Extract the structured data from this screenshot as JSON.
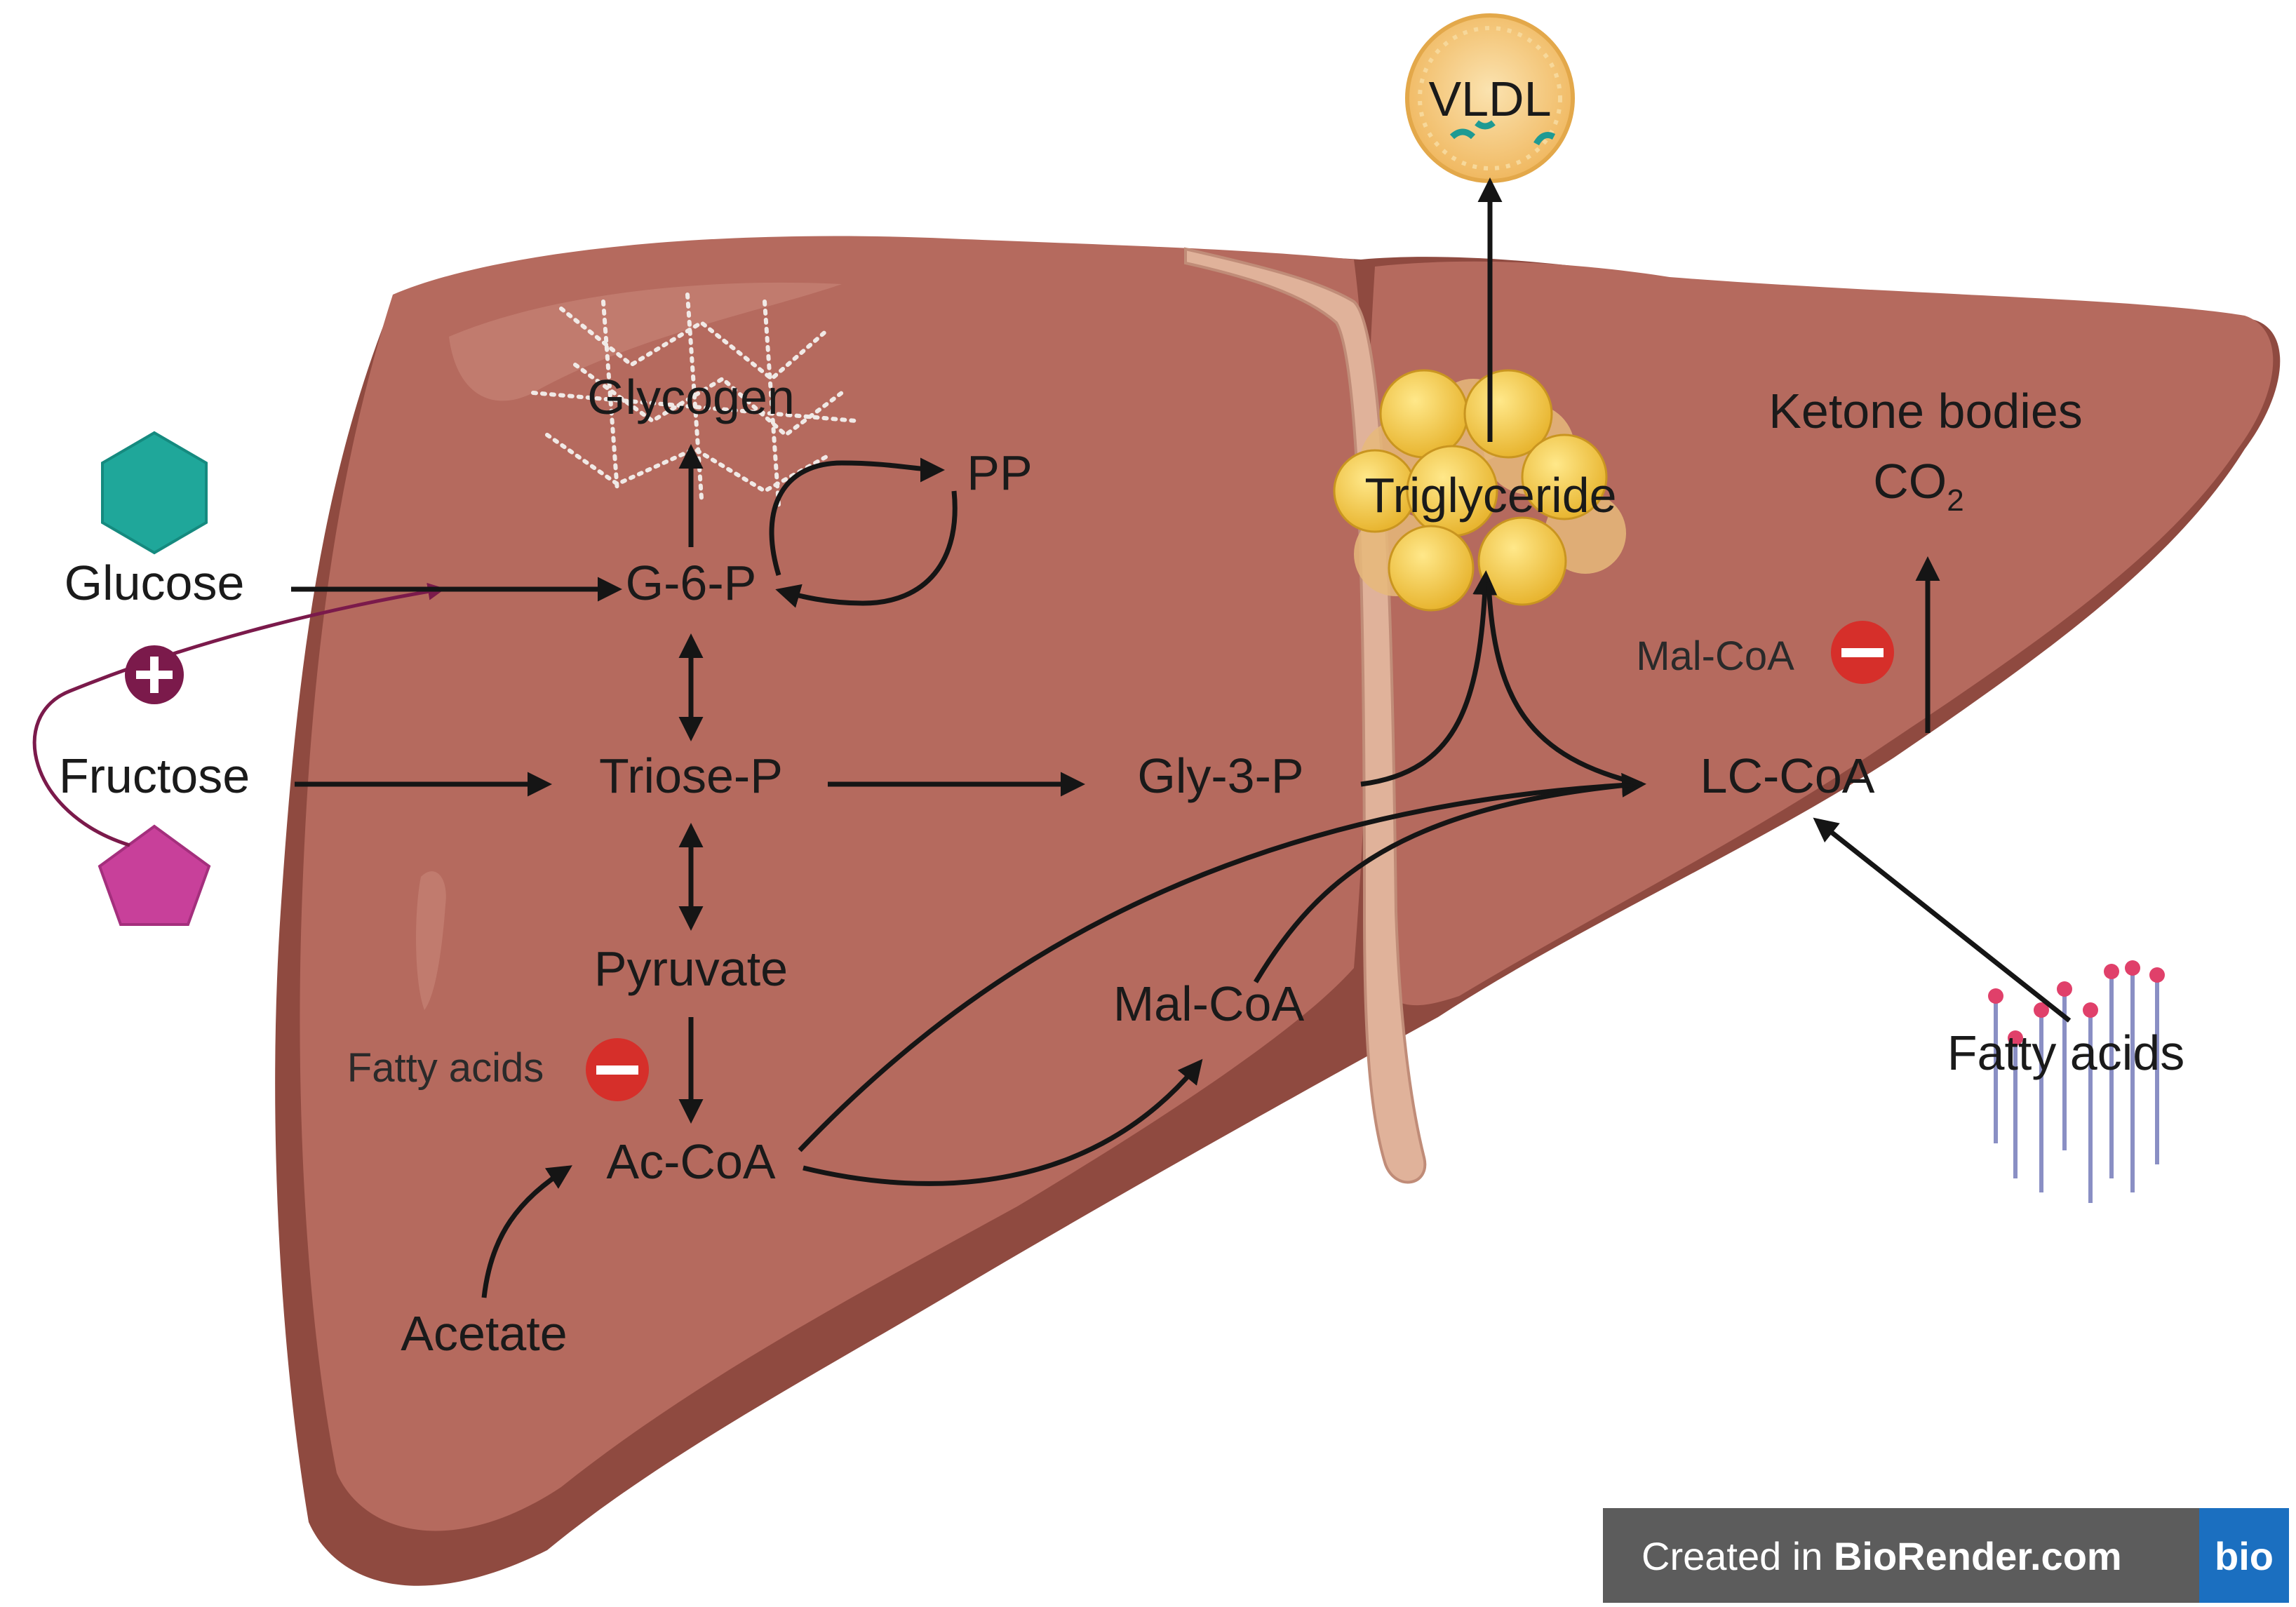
{
  "nodes": {
    "vldl": "VLDL",
    "glycogen": "Glycogen",
    "pp": "PP",
    "glucose": "Glucose",
    "g6p": "G-6-P",
    "fructose": "Fructose",
    "triose_p": "Triose-P",
    "gly3p": "Gly-3-P",
    "pyruvate": "Pyruvate",
    "ac_coa": "Ac-CoA",
    "acetate": "Acetate",
    "mal_coa": "Mal-CoA",
    "triglyceride": "Triglyceride",
    "lc_coa": "LC-CoA",
    "ketone_bodies": "Ketone bodies",
    "co2_base": "CO",
    "co2_sub": "2",
    "fatty_acids_right": "Fatty acids"
  },
  "inhibitors": {
    "fatty_acids_left": "Fatty acids",
    "mal_coa_right": "Mal-CoA"
  },
  "watermark": {
    "prefix": "Created in ",
    "brand": "BioRender.com",
    "logo": "bio"
  },
  "colors": {
    "liver": "#b56a5e",
    "liver_dark": "#8f4a40",
    "glucose_icon": "#1fa79a",
    "fructose_icon": "#c8409a",
    "activator": "#7b1a4b",
    "inhibitor": "#d62f2a",
    "lipid": "#f5c842",
    "watermark_bg": "#5c5c5c",
    "watermark_logo_bg": "#1b6fc0"
  },
  "icons": {
    "glucose": "hexagon-icon",
    "fructose": "pentagon-icon",
    "activation": "plus-circle-icon",
    "inhibition": "minus-circle-icon"
  }
}
